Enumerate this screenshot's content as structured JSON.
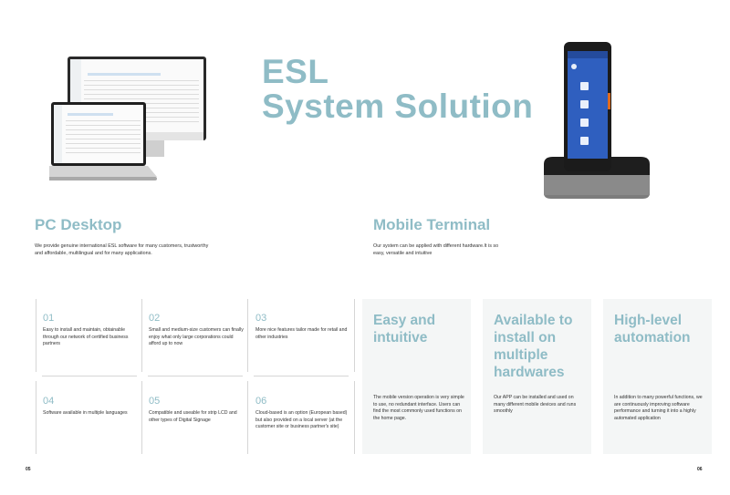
{
  "header": {
    "title_line1": "ESL",
    "title_line2": "System Solution"
  },
  "pc": {
    "title": "PC Desktop",
    "desc": "We provide genuine international ESL software for many customers, trustworthy and affordable, multilingual and for many applications."
  },
  "mobile": {
    "title": "Mobile Terminal",
    "desc": "Our system can be applied with different hardware.It is so easy, versatile and intuitive"
  },
  "features": [
    {
      "num": "01",
      "text": "Easy to install and maintain, obtainable through our network of certified business partners"
    },
    {
      "num": "02",
      "text": "Small and medium-size customers can finally enjoy what only large corporations could afford up to now"
    },
    {
      "num": "03",
      "text": "More nice features tailor made for retail and other industries"
    },
    {
      "num": "04",
      "text": "Software available in multiple languages"
    },
    {
      "num": "05",
      "text": "Compatible and useable for strip LCD and other types of Digital Signage"
    },
    {
      "num": "06",
      "text": "Cloud-based is an option (European based) but also provided on a local server (at the customer site or business partner's site)"
    }
  ],
  "cards": [
    {
      "title": "Easy and intuitive",
      "text": "The mobile version operation is very simple to use, no redundant interface. Users can find the most commonly used functions on the home page."
    },
    {
      "title": "Available to install on multiple hardwares",
      "text": "Our APP can be installed and used on many different mobile devices and runs smoothly"
    },
    {
      "title": "High-level automation",
      "text": "In addition to many powerful functions, we are continuously improving software performance and turning it into a highly automated application"
    }
  ],
  "pages": {
    "left": "05",
    "right": "06"
  },
  "colors": {
    "accent": "#8fbcc6",
    "card_bg": "#f4f6f6"
  }
}
